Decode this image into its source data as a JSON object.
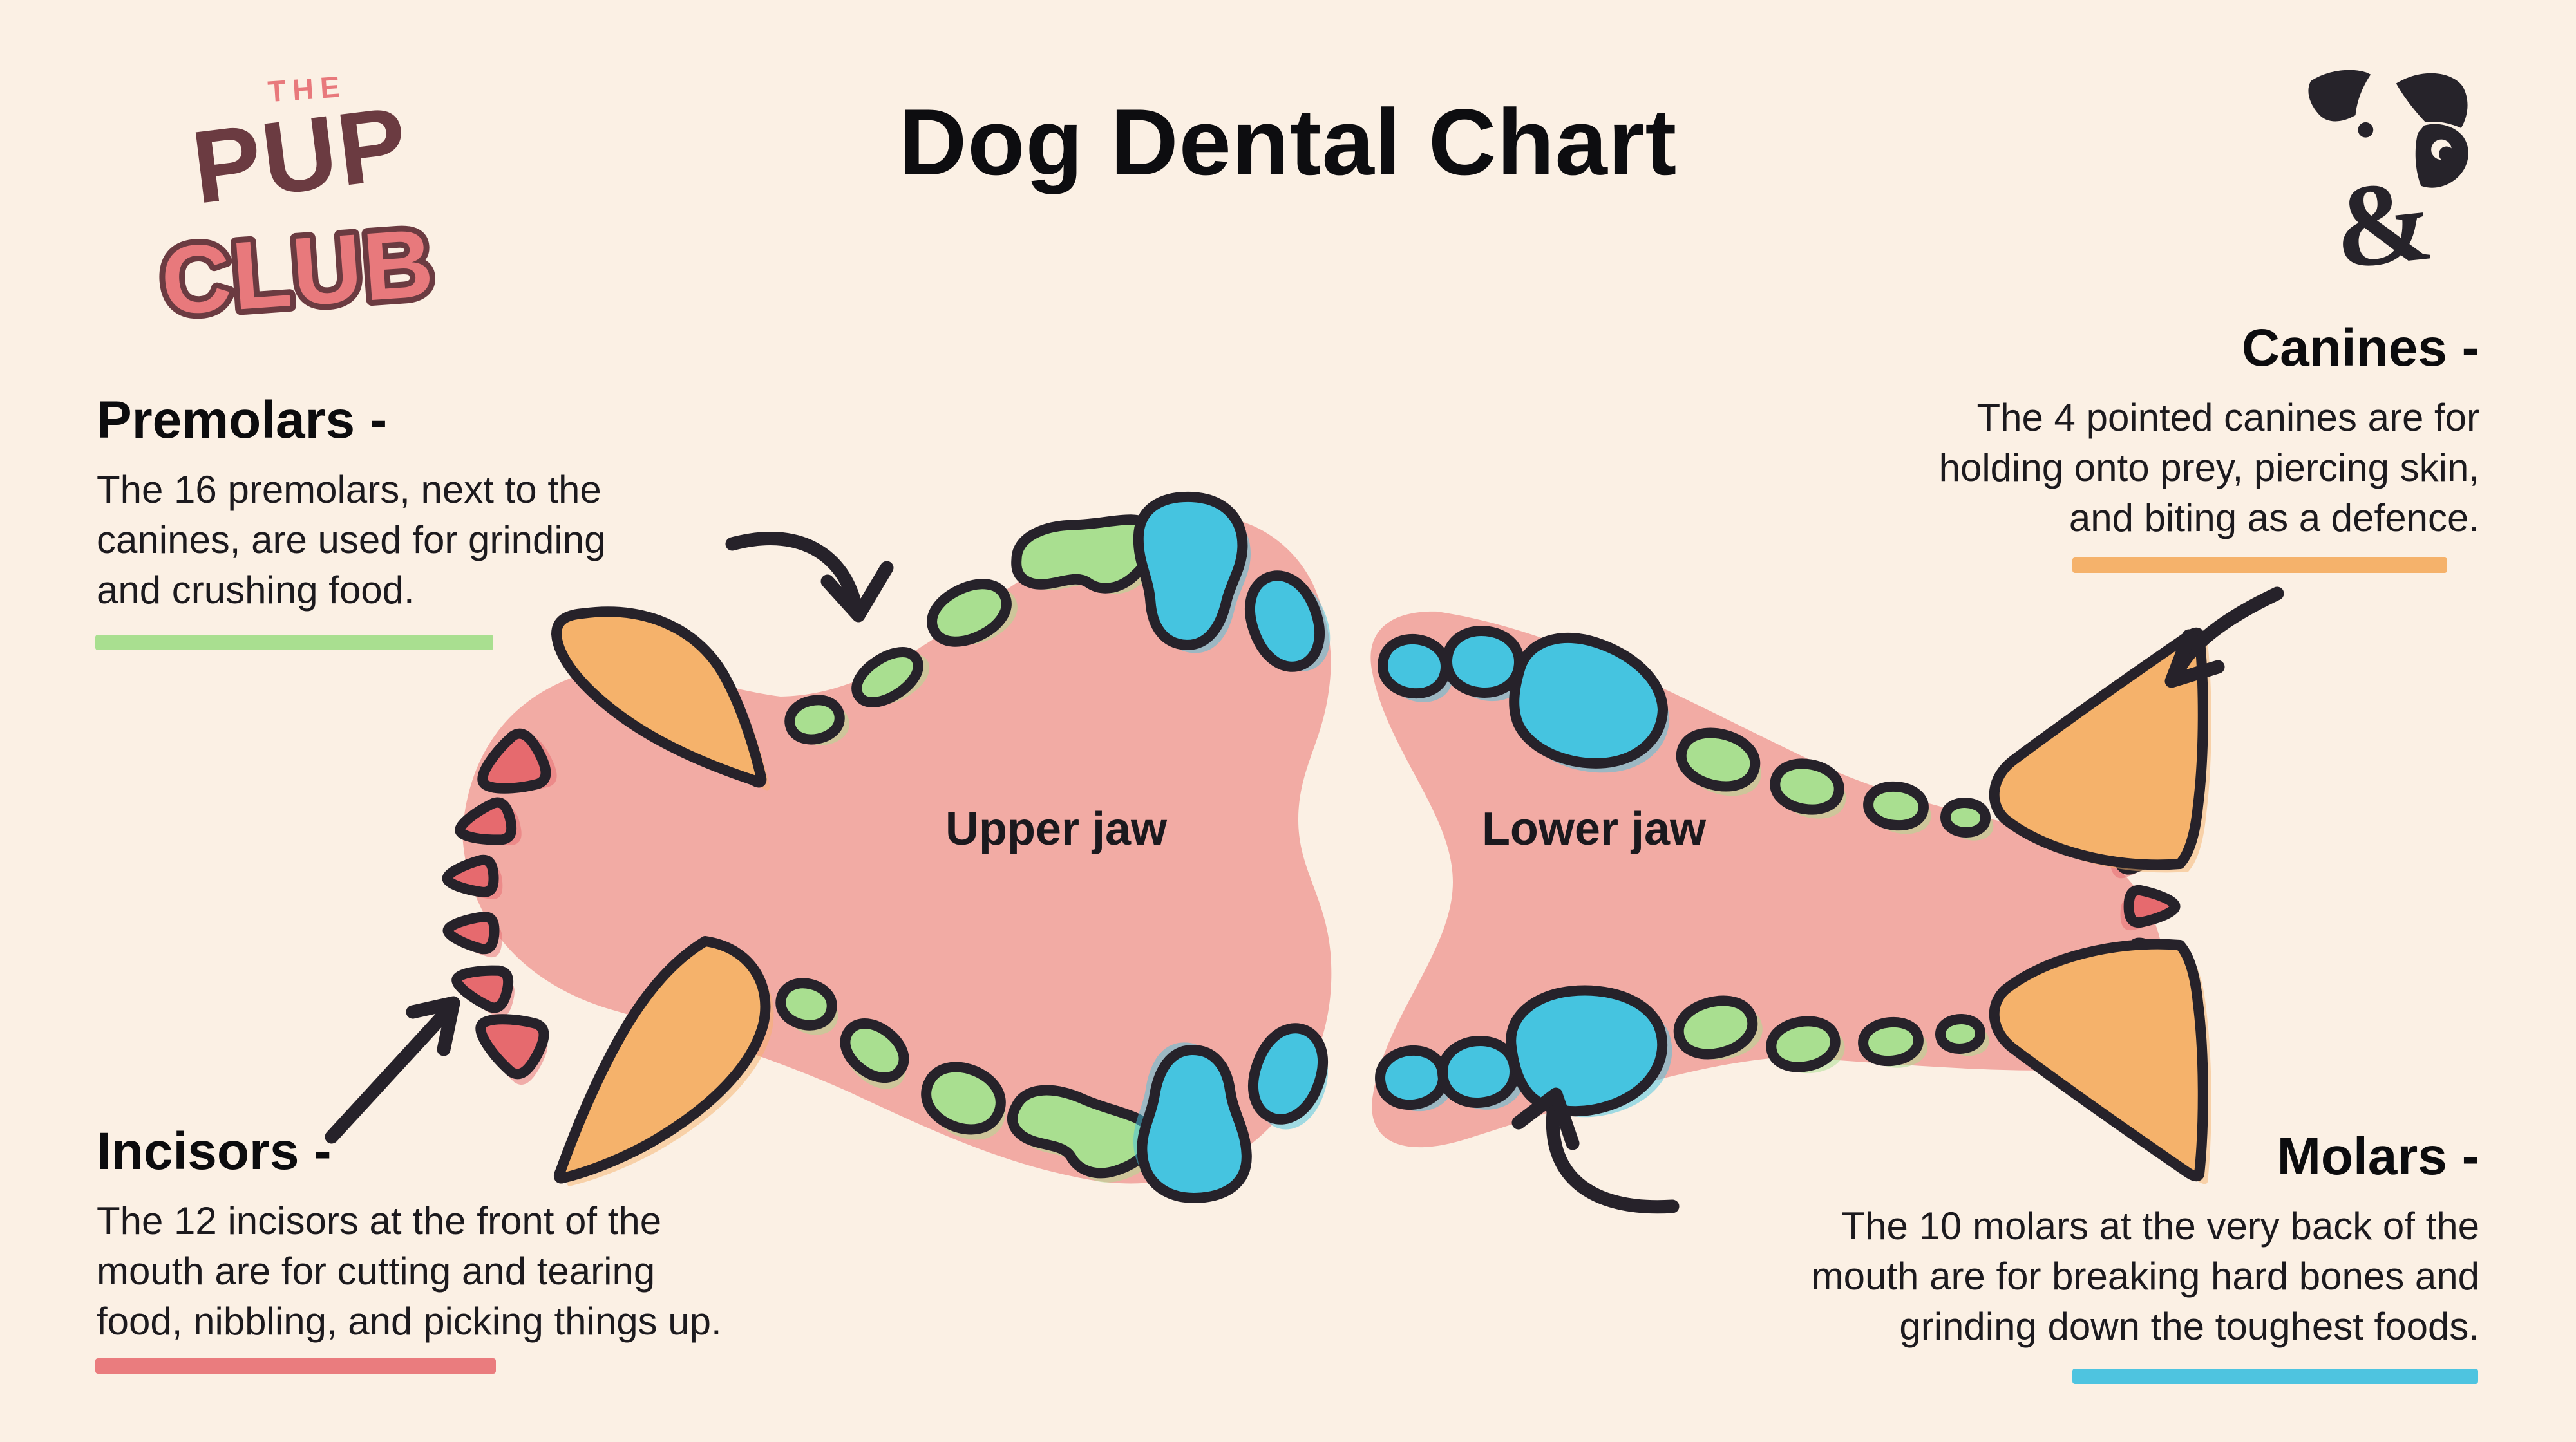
{
  "page": {
    "title": "Dog Dental Chart",
    "background": "#FBF0E4"
  },
  "logo": {
    "the": "THE",
    "pup": "PUP",
    "club": "CLUB",
    "coral": "#E8797C",
    "maroon": "#6B3B41"
  },
  "brand": {
    "ampersand": "&"
  },
  "labels": {
    "upper_jaw": "Upper jaw",
    "lower_jaw": "Lower jaw"
  },
  "sections": {
    "premolars": {
      "heading": "Premolars -",
      "count": 16,
      "lines": [
        "The 16 premolars, next to the",
        "canines, are used for grinding",
        "and crushing food."
      ],
      "color": "#A9DF90"
    },
    "canines": {
      "heading": "Canines -",
      "count": 4,
      "lines": [
        "The 4 pointed canines are for",
        "holding onto prey, piercing skin,",
        "and biting as a defence."
      ],
      "color": "#F5B26B"
    },
    "incisors": {
      "heading": "Incisors -",
      "count": 12,
      "lines": [
        "The 12 incisors at the front of the",
        "mouth are for cutting and tearing",
        "food, nibbling, and picking things up."
      ],
      "color": "#EA7C7E"
    },
    "molars": {
      "heading": "Molars -",
      "count": 10,
      "lines": [
        "The 10 molars at the very back of the",
        "mouth are for breaking hard bones and",
        "grinding down the toughest foods."
      ],
      "color": "#4EC4E0"
    }
  },
  "diagram": {
    "jaw_color": "#F2ABA4",
    "outline": "#26222A",
    "tooth_colors": {
      "incisor": "#E66A6E",
      "canine": "#F5B26B",
      "premolar": "#A9DF90",
      "molar": "#45C4E0"
    }
  }
}
